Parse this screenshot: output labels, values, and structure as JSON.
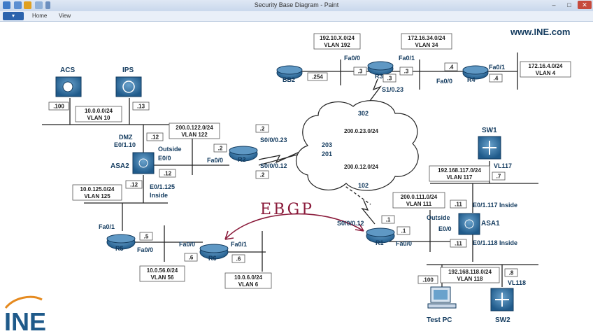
{
  "window": {
    "title": "Security Base Diagram - Paint",
    "min_label": "–",
    "max_label": "□",
    "close_label": "✕",
    "quick_access_icons": [
      "save-icon",
      "undo-icon",
      "redo-icon",
      "customize-icon"
    ]
  },
  "ribbon": {
    "app_menu_label": "▾",
    "tabs": [
      "Home",
      "View"
    ]
  },
  "diagram": {
    "watermark": "www.INE.com",
    "logo_text": "INE",
    "annotation": "EBGP",
    "colors": {
      "device": "#1f5a8a",
      "device_light": "#6aa2cc",
      "line": "#222222",
      "annotation": "#8a1a3a"
    },
    "devices": {
      "r1": "R1",
      "r2": "R2",
      "r3": "R3",
      "r4": "R4",
      "r5": "R5",
      "r6": "R6",
      "bb2": "BB2",
      "asa1": "ASA1",
      "asa2": "ASA2",
      "sw1": "SW1",
      "sw2": "SW2",
      "acs": "ACS",
      "ips": "IPS",
      "testpc": "Test PC"
    },
    "subnets": {
      "net_192_10": [
        "192.10.X.0/24",
        "VLAN 192"
      ],
      "net_172_34": [
        "172.16.34.0/24",
        "VLAN 34"
      ],
      "net_172_4": [
        "172.16.4.0/24",
        "VLAN 4"
      ],
      "net_10": [
        "10.0.0.0/24",
        "VLAN 10"
      ],
      "net_200_122": [
        "200.0.122.0/24",
        "VLAN 122"
      ],
      "net_10_125": [
        "10.0.125.0/24",
        "VLAN 125"
      ],
      "net_10_56": [
        "10.0.56.0/24",
        "VLAN 56"
      ],
      "net_10_6": [
        "10.0.6.0/24",
        "VLAN 6"
      ],
      "net_200_111": [
        "200.0.111.0/24",
        "VLAN 111"
      ],
      "net_192_117": [
        "192.168.117.0/24",
        "VLAN 117"
      ],
      "net_192_118": [
        "192.168.118.0/24",
        "VLAN 118"
      ]
    },
    "cloud_subnets": {
      "c23": "200.0.23.0/24",
      "c12": "200.0.12.0/24"
    },
    "dlci": {
      "d302": "302",
      "d203": "203",
      "d201": "201",
      "d102": "102"
    },
    "hosts": {
      "h254": ".254",
      "h3a": ".3",
      "h3b": ".3",
      "h3c": ".3",
      "h4a": ".4",
      "h4b": ".4",
      "h100": ".100",
      "h13": ".13",
      "h12a": ".12",
      "h12b": ".12",
      "h12c": ".12",
      "h2a": ".2",
      "h2b": ".2",
      "h2c": ".2",
      "h5": ".5",
      "h6a": ".6",
      "h6b": ".6",
      "h1a": ".1",
      "h1b": ".1",
      "h11a": ".11",
      "h11b": ".11",
      "h7": ".7",
      "h100b": ".100",
      "h8": ".8"
    },
    "interfaces": {
      "r3_fa00": "Fa0/0",
      "r3_fa01": "Fa0/1",
      "r3_s10": "S1/0.23",
      "r4_fa00": "Fa0/0",
      "r4_fa01": "Fa0/1",
      "dmz": "DMZ",
      "e0110": "E0/1.10",
      "outside2": "Outside",
      "e00_2": "E0/0",
      "e01125": "E0/1.125",
      "inside2": "Inside",
      "r2_fa00": "Fa0/0",
      "r2_s0023": "S0/0/0.23",
      "r2_s0012": "S0/0/0.12",
      "r5_fa01": "Fa0/1",
      "r5_fa00": "Fa0/0",
      "r6_fa00": "Fa0/0",
      "r6_fa01": "Fa0/1",
      "r1_s0012": "S0/0/0.12",
      "r1_fa00": "Fa0/0",
      "outside1": "Outside",
      "e00_1": "E0/0",
      "e01117": "E0/1.117 Inside",
      "e01118": "E0/1.118 Inside",
      "vl117": "VL117",
      "vl118": "VL118"
    }
  }
}
